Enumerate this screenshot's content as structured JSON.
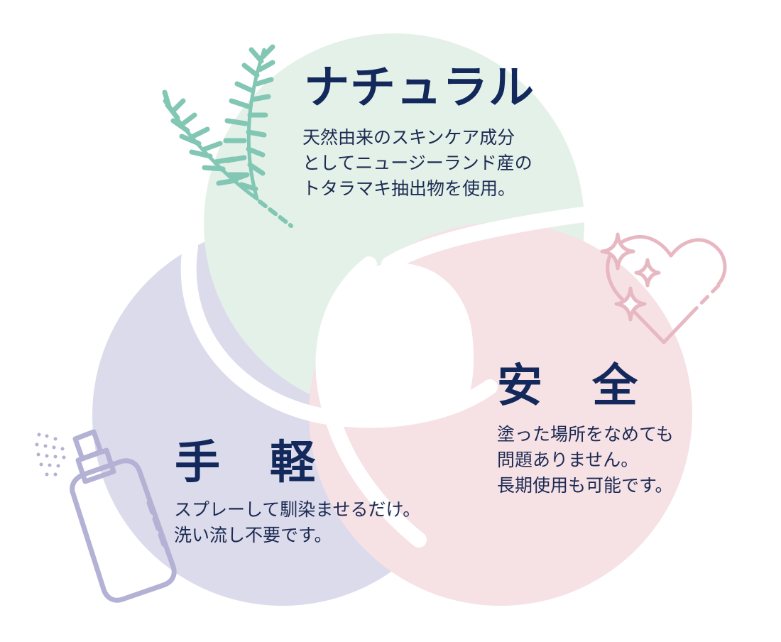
{
  "colors": {
    "green_circle": "#e4f1e8",
    "pink_circle": "#f6e1e5",
    "purple_circle": "#dcdbeb",
    "heading_text": "#13295b",
    "body_text": "#1b2a52",
    "rosemary": "#82c6b4",
    "heart": "#e8b8c2",
    "spray_bottle": "#b3b1d4"
  },
  "icons": {
    "natural": "rosemary-sprig-icon",
    "safe": "sparkling-heart-icon",
    "easy": "spray-bottle-icon"
  },
  "sections": {
    "natural": {
      "heading": "ナチュラル",
      "lines": [
        "天然由来のスキンケア成分",
        "としてニュージーランド産の",
        "トタラマキ抽出物を使用。"
      ]
    },
    "safe": {
      "heading_first": "安",
      "heading_second": "全",
      "lines": [
        "塗った場所をなめても",
        "問題ありません。",
        "長期使用も可能です。"
      ]
    },
    "easy": {
      "heading_first": "手",
      "heading_second": "軽",
      "lines": [
        "スプレーして馴染ませるだけ。",
        "洗い流し不要です。"
      ]
    }
  }
}
